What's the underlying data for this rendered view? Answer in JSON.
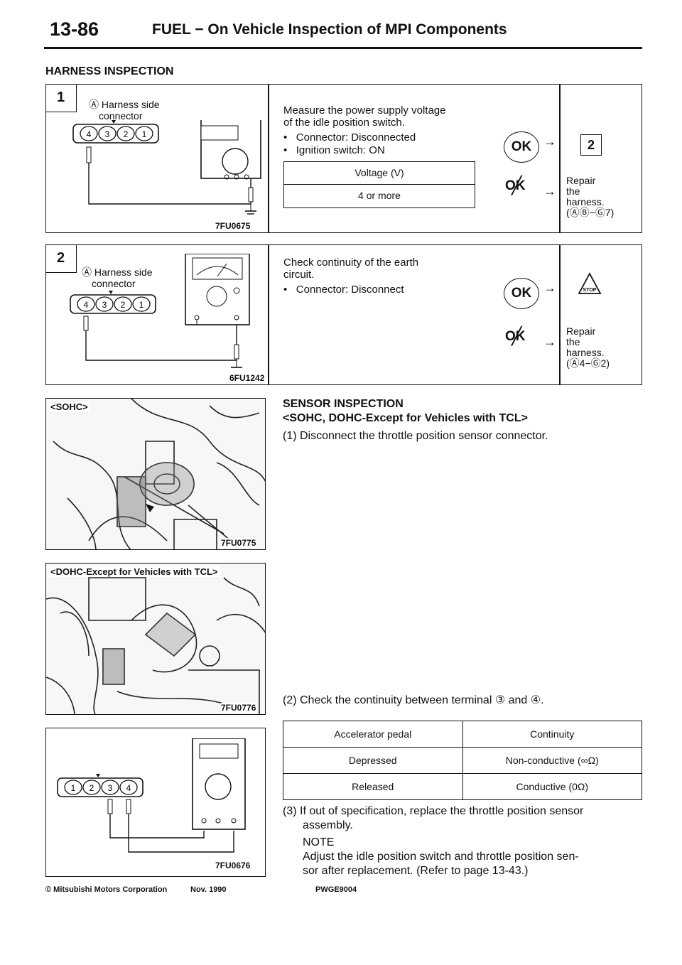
{
  "header": {
    "page_number": "13-86",
    "title": "FUEL − On Vehicle Inspection of MPI Components"
  },
  "section_harness": "HARNESS INSPECTION",
  "step1": {
    "number": "1",
    "connector_label_1": "Ⓐ Harness side",
    "connector_label_2": "connector",
    "pins": [
      "4",
      "3",
      "2",
      "1"
    ],
    "fig_id": "7FU0675",
    "desc_1": "Measure the power supply voltage",
    "desc_2": "of the idle position switch.",
    "bullets": [
      "Connector: Disconnected",
      "Ignition switch: ON"
    ],
    "table_header": "Voltage (V)",
    "table_value": "4 or more",
    "ok_label": "OK",
    "ng_label": "OK",
    "next_step": "2",
    "repair_1": "Repair",
    "repair_2": "the",
    "repair_3": "harness.",
    "repair_4": "(ⒶⒷ−Ⓖ7)"
  },
  "step2": {
    "number": "2",
    "connector_label_1": "Ⓐ Harness side",
    "connector_label_2": "connector",
    "pins": [
      "4",
      "3",
      "2",
      "1"
    ],
    "fig_id": "6FU1242",
    "desc_1": "Check continuity of the earth",
    "desc_2": "circuit.",
    "bullets": [
      "Connector: Disconnect"
    ],
    "ok_label": "OK",
    "ng_label": "OK",
    "stop_label": "STOP",
    "repair_1": "Repair",
    "repair_2": "the",
    "repair_3": "harness.",
    "repair_4": "(Ⓐ4−Ⓖ2)"
  },
  "photo1": {
    "label": "<SOHC>",
    "fig_id": "7FU0775"
  },
  "photo2": {
    "label": "<DOHC-Except for Vehicles with TCL>",
    "fig_id": "7FU0776"
  },
  "fig3": {
    "pins": [
      "1",
      "2",
      "3",
      "4"
    ],
    "fig_id": "7FU0676"
  },
  "sensor": {
    "title": "SENSOR INSPECTION",
    "subtitle": "<SOHC, DOHC-Except for Vehicles with TCL>",
    "step1": "(1) Disconnect the throttle position sensor connector.",
    "step2": "(2) Check the continuity between terminal ③ and ④.",
    "table": {
      "headers": [
        "Accelerator pedal",
        "Continuity"
      ],
      "rows": [
        [
          "Depressed",
          "Non-conductive (∞Ω)"
        ],
        [
          "Released",
          "Conductive (0Ω)"
        ]
      ]
    },
    "step3_a": "(3) If out of specification, replace the throttle position sensor",
    "step3_b": "assembly.",
    "note_title": "NOTE",
    "note_a": "Adjust the idle position switch and throttle position sen-",
    "note_b": "sor after replacement. (Refer to page 13-43.)"
  },
  "footer": {
    "copyright": "© Mitsubishi Motors Corporation",
    "date": "Nov. 1990",
    "code": "PWGE9004"
  }
}
